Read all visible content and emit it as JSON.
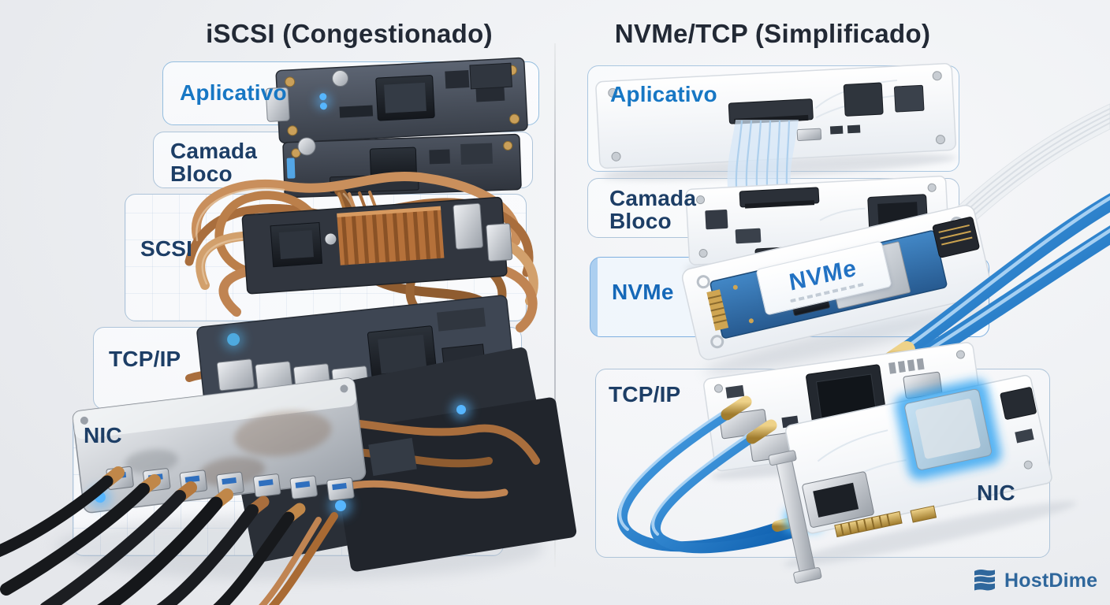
{
  "left": {
    "title": "iSCSI (Congestionado)",
    "layers": [
      {
        "label": "Aplicativo"
      },
      {
        "label": "Camada Bloco"
      },
      {
        "label": "SCSI"
      },
      {
        "label": "TCP/IP"
      },
      {
        "label": "NIC"
      }
    ]
  },
  "right": {
    "title": "NVMe/TCP (Simplificado)",
    "layers": [
      {
        "label": "Aplicativo"
      },
      {
        "label": "Camada Bloco"
      },
      {
        "label": "NVMe",
        "highlighted": true
      },
      {
        "label": "TCP/IP"
      },
      {
        "label": "NIC"
      }
    ],
    "ssd_print": "NVMe"
  },
  "branding": {
    "name": "HostDime",
    "icon": "database-stack-icon",
    "color": "#2f679c"
  },
  "palette": {
    "accent_blue": "#1777c4",
    "navy": "#1d3e66",
    "nvme_highlight_border": "#7fb0e0",
    "copper": "#b97f4d",
    "cable_blue": "#1d7fd0",
    "background": "#eef0f3"
  }
}
